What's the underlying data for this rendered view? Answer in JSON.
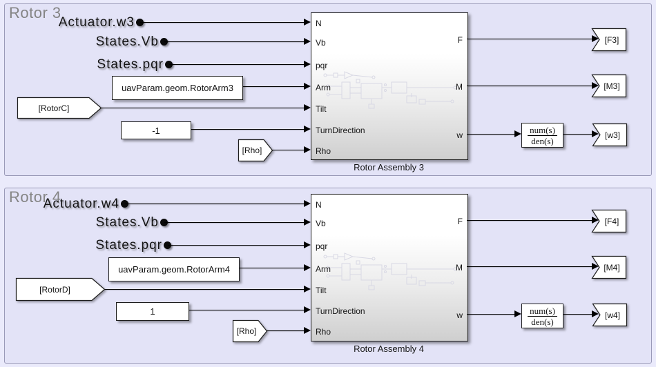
{
  "diagram": {
    "kind": "Simulink rotor model canvas",
    "colors": {
      "canvas_bg": "#eaeafb",
      "area_fill": "#e3e3f7",
      "area_border": "#9a9ab8",
      "block_fill_top": "#ffffff",
      "block_fill_bottom": "#cfcfcf",
      "wire": "#000000",
      "area_title": "#848484"
    }
  },
  "r3": {
    "title": "Rotor 3",
    "signals": {
      "w": "Actuator.w3",
      "vb": "States.Vb",
      "pqr": "States.pqr"
    },
    "const_arm": "uavParam.geom.RotorArm3",
    "const_turn": "-1",
    "from_tilt": "[RotorC]",
    "from_rho": "[Rho]",
    "assembly_name": "Rotor Assembly 3",
    "ports_in": [
      "N",
      "Vb",
      "pqr",
      "Arm",
      "Tilt",
      "TurnDirection",
      "Rho"
    ],
    "ports_out": [
      "F",
      "M",
      "w"
    ],
    "tf_num": "num(s)",
    "tf_den": "den(s)",
    "goto_f": "[F3]",
    "goto_m": "[M3]",
    "goto_w": "[w3]"
  },
  "r4": {
    "title": "Rotor 4",
    "signals": {
      "w": "Actuator.w4",
      "vb": "States.Vb",
      "pqr": "States.pqr"
    },
    "const_arm": "uavParam.geom.RotorArm4",
    "const_turn": "1",
    "from_tilt": "[RotorD]",
    "from_rho": "[Rho]",
    "assembly_name": "Rotor Assembly 4",
    "ports_in": [
      "N",
      "Vb",
      "pqr",
      "Arm",
      "Tilt",
      "TurnDirection",
      "Rho"
    ],
    "ports_out": [
      "F",
      "M",
      "w"
    ],
    "tf_num": "num(s)",
    "tf_den": "den(s)",
    "goto_f": "[F4]",
    "goto_m": "[M4]",
    "goto_w": "[w4]"
  }
}
